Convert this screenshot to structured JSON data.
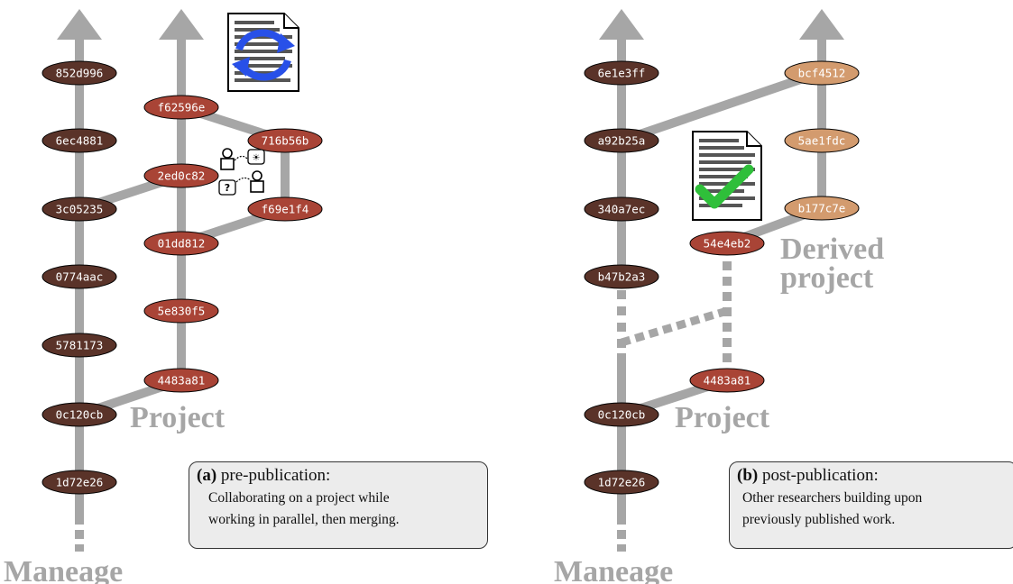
{
  "colors": {
    "branch_line": "#a6a6a6",
    "maneage_commit": "#5a3329",
    "project_commit": "#a94436",
    "derived_commit": "#d39b6e",
    "label_gray": "#a6a6a6",
    "caption_bg": "#ececec",
    "sync_arrow": "#2850e8",
    "check": "#2fbf3a"
  },
  "panel_a": {
    "maneage_label": "Maneage",
    "project_label": "Project",
    "maneage_commits": [
      "852d996",
      "6ec4881",
      "3c05235",
      "0774aac",
      "5781173",
      "0c120cb",
      "1d72e26"
    ],
    "project_commits": [
      "f62596e",
      "2ed0c82",
      "01dd812",
      "5e830f5",
      "4483a81"
    ],
    "side_branch_commits": [
      "716b56b",
      "f69e1f4"
    ],
    "caption": {
      "tag": "(a)",
      "title": "pre-publication:",
      "line1": "Collaborating on a project while",
      "line2": "working in parallel, then merging."
    }
  },
  "panel_b": {
    "maneage_label": "Maneage",
    "project_label": "Project",
    "derived_label_1": "Derived",
    "derived_label_2": "project",
    "maneage_commits": [
      "6e1e3ff",
      "a92b25a",
      "340a7ec",
      "b47b2a3",
      "0c120cb",
      "1d72e26"
    ],
    "project_commits": [
      "54e4eb2",
      "4483a81"
    ],
    "derived_commits": [
      "bcf4512",
      "5ae1fdc",
      "b177c7e"
    ],
    "caption": {
      "tag": "(b)",
      "title": "post-publication:",
      "line1": "Other researchers building upon",
      "line2": "previously published work."
    }
  }
}
